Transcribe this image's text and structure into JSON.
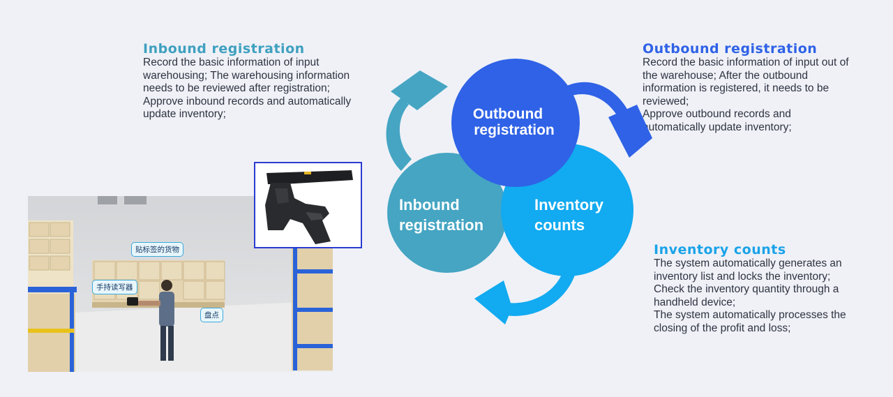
{
  "inbound": {
    "heading": "Inbound registration",
    "paragraphs": [
      "Record the basic information of input warehousing; The warehousing information needs to be reviewed after registration;",
      "Approve inbound records and automatically update inventory;"
    ]
  },
  "outbound": {
    "heading": "Outbound registration",
    "paragraphs": [
      "Record the basic information of input out of the warehouse;    After the outbound information is registered, it needs to be reviewed;",
      "Approve outbound records and automatically update inventory;"
    ]
  },
  "inventory": {
    "heading": "Inventory counts",
    "paragraphs": [
      "The system automatically generates an inventory list and locks the inventory;",
      "Check the inventory quantity through a handheld device;",
      "The system automatically processes the closing of the profit and loss;"
    ]
  },
  "cycle": {
    "outbound_line1": "Outbound",
    "outbound_line2": "registration",
    "inbound_line1": "Inbound",
    "inbound_line2": "registration",
    "inventory_line1": "Inventory",
    "inventory_line2": "counts"
  },
  "photo_tags": {
    "labeled_goods": "贴标签的货物",
    "handheld_reader": "手持读写器",
    "inventory_check": "盘点"
  },
  "colors": {
    "outbound": "#2f62e6",
    "inbound": "#45a5c3",
    "inventory": "#12aaf0"
  }
}
